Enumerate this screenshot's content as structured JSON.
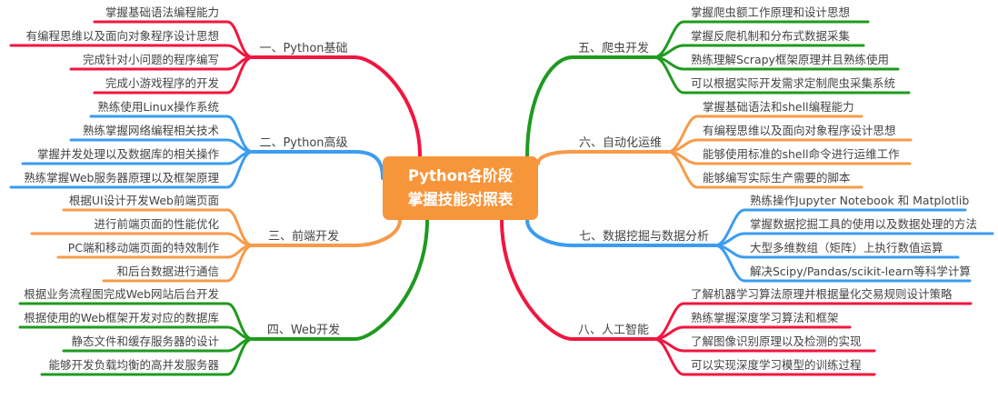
{
  "center": {
    "line1": "Python各阶段",
    "line2": "掌握技能对照表",
    "color": "#f7953b"
  },
  "colors": {
    "red": "#f0163f",
    "blue": "#3b9cf0",
    "orange": "#f89a48",
    "green": "#1f9a1f"
  },
  "branches": [
    {
      "label": "一、Python基础",
      "side": "left",
      "color": "red",
      "leaves": [
        "掌握基础语法编程能力",
        "有编程思维以及面向对象程序设计思想",
        "完成针对小问题的程序编写",
        "完成小游戏程序的开发"
      ]
    },
    {
      "label": "二、Python高级",
      "side": "left",
      "color": "blue",
      "leaves": [
        "熟练使用Linux操作系统",
        "熟练掌握网络编程相关技术",
        "掌握并发处理以及数据库的相关操作",
        "熟练掌握Web服务器原理以及框架原理"
      ]
    },
    {
      "label": "三、前端开发",
      "side": "left",
      "color": "orange",
      "leaves": [
        "根据UI设计开发Web前端页面",
        "进行前端页面的性能优化",
        "PC端和移动端页面的特效制作",
        "和后台数据进行通信"
      ]
    },
    {
      "label": "四、Web开发",
      "side": "left",
      "color": "green",
      "leaves": [
        "根据业务流程图完成Web网站后台开发",
        "根据使用的Web框架开发对应的数据库",
        "静态文件和缓存服务器的设计",
        "能够开发负载均衡的高并发服务器"
      ]
    },
    {
      "label": "五、爬虫开发",
      "side": "right",
      "color": "green",
      "leaves": [
        "掌握爬虫额工作原理和设计思想",
        "掌握反爬机制和分布式数据采集",
        "熟练理解Scrapy框架原理并且熟练使用",
        "可以根据实际开发需求定制爬虫采集系统"
      ]
    },
    {
      "label": "六、自动化运维",
      "side": "right",
      "color": "orange",
      "leaves": [
        "掌握基础语法和shell编程能力",
        "有编程思维以及面向对象程序设计思想",
        "能够使用标准的shell命令进行运维工作",
        "能够编写实际生产需要的脚本"
      ]
    },
    {
      "label": "七、数据挖掘与数据分析",
      "side": "right",
      "color": "blue",
      "leaves": [
        "熟练操作Jupyter Notebook 和 Matplotlib",
        "掌握数据挖掘工具的使用以及数据处理的方法",
        "大型多维数组（矩阵）上执行数值运算",
        "解决Scipy/Pandas/scikit-learn等科学计算"
      ]
    },
    {
      "label": "八、人工智能",
      "side": "right",
      "color": "red",
      "leaves": [
        "了解机器学习算法原理并根据量化交易规则设计策略",
        "熟练掌握深度学习算法和框架",
        "了解图像识别原理以及检测的实现",
        "可以实现深度学习模型的训练过程"
      ]
    }
  ]
}
